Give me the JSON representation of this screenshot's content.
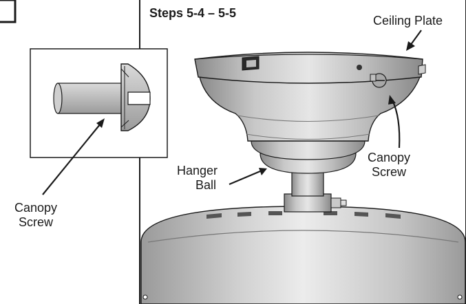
{
  "title": "Steps 5-4 – 5-5",
  "labels": {
    "ceiling_plate": "Ceiling Plate",
    "canopy_screw_right_1": "Canopy",
    "canopy_screw_right_2": "Screw",
    "hanger_ball_1": "Hanger",
    "hanger_ball_2": "Ball",
    "canopy_screw_left_1": "Canopy",
    "canopy_screw_left_2": "Screw"
  },
  "colors": {
    "line": "#1a1a1a",
    "metal_light": "#d9d9d9",
    "metal_mid": "#b3b3b3",
    "metal_dark": "#7a7a7a"
  }
}
